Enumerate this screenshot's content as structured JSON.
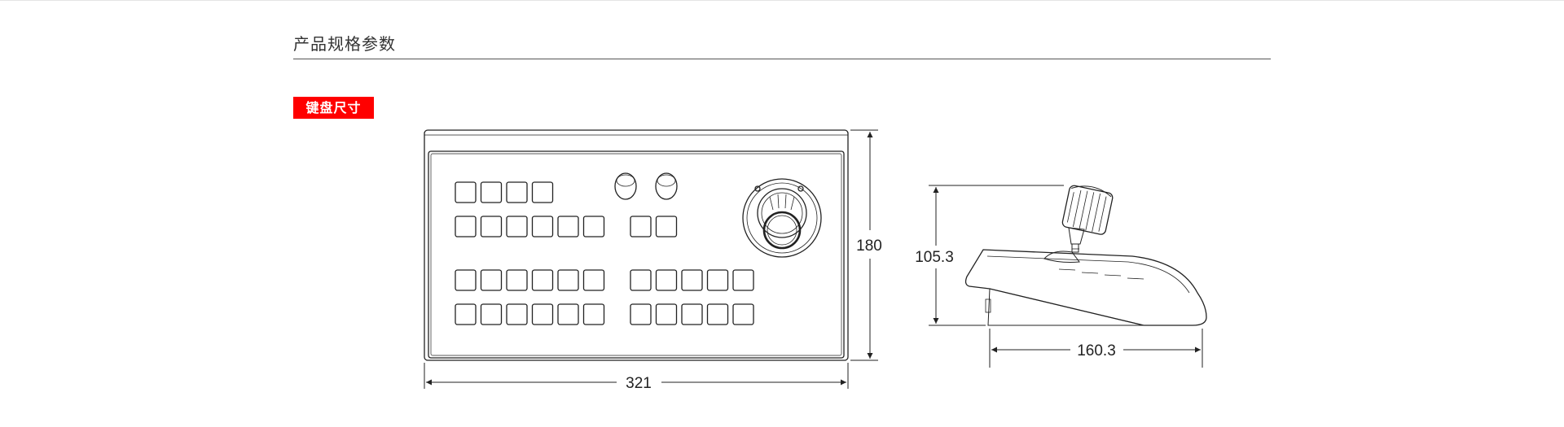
{
  "section": {
    "title": "产品规格参数"
  },
  "badge": {
    "label": "键盘尺寸"
  },
  "dimensions": {
    "front_width": "321",
    "front_height": "180",
    "side_height": "105.3",
    "side_depth": "160.3"
  },
  "colors": {
    "accent": "#ff0000",
    "line": "#222222"
  }
}
